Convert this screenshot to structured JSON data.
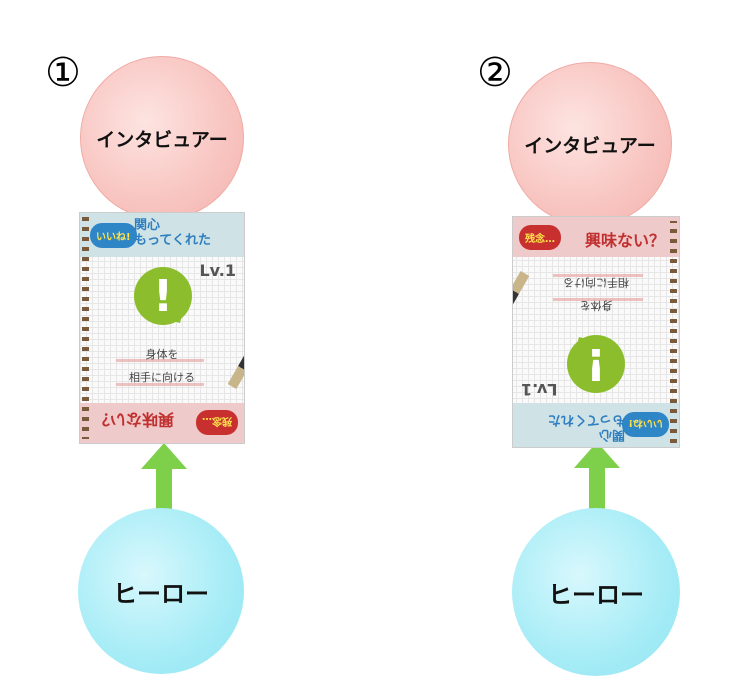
{
  "panels": [
    {
      "number": "①",
      "interviewer": "インタビュアー",
      "hero": "ヒーロー"
    },
    {
      "number": "②",
      "interviewer": "インタビュアー",
      "hero": "ヒーロー"
    }
  ],
  "card": {
    "good_badge": "いいね!",
    "good_text_1": "関心",
    "good_text_2": "もってくれた",
    "level": "Lv.1",
    "icon": "!",
    "action_1": "身体を",
    "action_2": "相手に向ける",
    "bad_badge": "残念…",
    "bad_text": "興味ない？"
  },
  "colors": {
    "interviewer": "#f8c4c0",
    "hero": "#a6ecf6",
    "arrow": "#7ed04a"
  }
}
